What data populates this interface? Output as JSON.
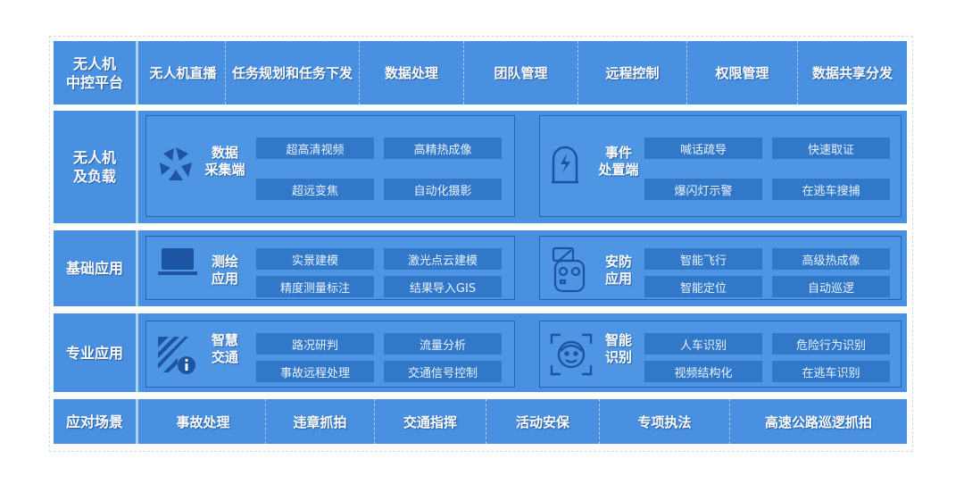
{
  "rows": [
    {
      "label": "无人机\n中控平台",
      "items": [
        "无人机直播",
        "任务规划和任务下发",
        "数据处理",
        "团队管理",
        "远程控制",
        "权限管理",
        "数据共享分发"
      ]
    },
    {
      "label": "无人机\n及负载",
      "panels": [
        {
          "title": "数据\n采集端",
          "icon": "aperture-icon",
          "chips": [
            "超高清视频",
            "高精热成像",
            "超远变焦",
            "自动化摄影"
          ]
        },
        {
          "title": "事件\n处置端",
          "icon": "lightning-device-icon",
          "chips": [
            "喊话疏导",
            "快速取证",
            "爆闪灯示警",
            "在逃车搜捕"
          ]
        }
      ]
    },
    {
      "label": "基础应用",
      "panels": [
        {
          "title": "测绘\n应用",
          "icon": "laptop-icon",
          "chips": [
            "实景建模",
            "激光点云建模",
            "精度测量标注",
            "结果导入GIS"
          ]
        },
        {
          "title": "安防\n应用",
          "icon": "remote-controller-icon",
          "chips": [
            "智能飞行",
            "高级热成像",
            "智能定位",
            "自动巡逻"
          ]
        }
      ]
    },
    {
      "label": "专业应用",
      "panels": [
        {
          "title": "智慧\n交通",
          "icon": "traffic-info-icon",
          "chips": [
            "路况研判",
            "流量分析",
            "事故远程处理",
            "交通信号控制"
          ]
        },
        {
          "title": "智能\n识别",
          "icon": "face-recognition-icon",
          "chips": [
            "人车识别",
            "危险行为识别",
            "视频结构化",
            "在逃车识别"
          ]
        }
      ]
    },
    {
      "label": "应对场景",
      "items": [
        "事故处理",
        "违章抓拍",
        "交通指挥",
        "活动安保",
        "专项执法",
        "高速公路巡逻抓拍"
      ]
    }
  ],
  "colors": {
    "row": "#4a90e0",
    "chip": "#3278c8",
    "icon": "#1d55a3"
  }
}
